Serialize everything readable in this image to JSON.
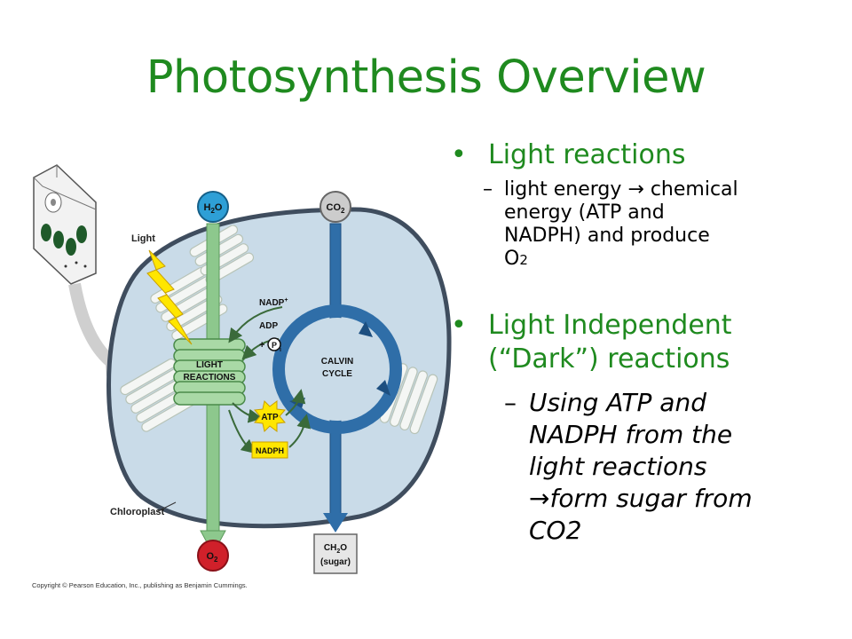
{
  "slide": {
    "title": "Photosynthesis Overview",
    "bullet1": "Light reactions",
    "sub1_line1": "light energy → chemical",
    "sub1_line2": "energy (ATP and",
    "sub1_line3": "NADPH) and produce",
    "sub1_line4_main": "O",
    "sub1_line4_sub": "2",
    "bullet2_line1": "Light Independent",
    "bullet2_line2": "(“Dark”) reactions",
    "sub2_line1": "Using ATP and",
    "sub2_line2": "NADPH from the",
    "sub2_line3": "light reactions",
    "sub2_line4": "→form sugar from",
    "sub2_line5": "CO2"
  },
  "diagram": {
    "h2o": "H",
    "h2o_sub": "2",
    "h2o_end": "O",
    "co2": "CO",
    "co2_sub": "2",
    "o2": "O",
    "o2_sub": "2",
    "ch2o_line1": "CH",
    "ch2o_sub": "2",
    "ch2o_end": "O",
    "ch2o_line2": "(sugar)",
    "light": "Light",
    "light_reactions_1": "LIGHT",
    "light_reactions_2": "REACTIONS",
    "calvin_1": "CALVIN",
    "calvin_2": "CYCLE",
    "nadp": "NADP",
    "nadp_sup": "+",
    "adp": "ADP",
    "plus": "+",
    "pi": "P",
    "pi_sub": "i",
    "atp": "ATP",
    "nadph": "NADPH",
    "chloroplast": "Chloroplast",
    "copyright": "Copyright © Pearson Education, Inc., publishing as Benjamin Cummings.",
    "colors": {
      "title_green": "#1f8a1f",
      "stroma": "#c9dbe8",
      "arrow_green": "#8dc88d",
      "arrow_blue": "#2f6ea8",
      "h2o_blue": "#2e9fd6",
      "o2_red": "#d0202a",
      "atp_yellow": "#ffe600"
    }
  }
}
